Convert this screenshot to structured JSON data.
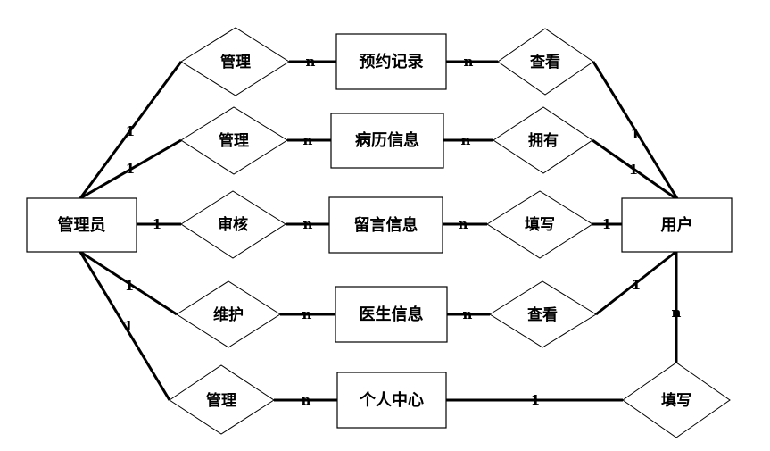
{
  "diagram": {
    "entities": {
      "admin": "管理员",
      "user": "用户",
      "appointment": "预约记录",
      "medical_record": "病历信息",
      "message": "留言信息",
      "doctor": "医生信息",
      "personal_center": "个人中心"
    },
    "relations": {
      "r1_left": "管理",
      "r1_right": "查看",
      "r2_left": "管理",
      "r2_right": "拥有",
      "r3_left": "审核",
      "r3_right": "填写",
      "r4_left": "维护",
      "r4_right": "查看",
      "r5_left": "管理",
      "r5_right": "填写"
    },
    "cardinalities": {
      "c_admin_r1": "1",
      "c_r1l_appt": "n",
      "c_appt_r1r": "n",
      "c_r1r_user": "1",
      "c_admin_r2": "1",
      "c_r2l_med": "n",
      "c_med_r2r": "n",
      "c_r2r_user": "1",
      "c_admin_r3": "1",
      "c_r3l_msg": "n",
      "c_msg_r3r": "n",
      "c_r3r_user": "1",
      "c_admin_r4": "1",
      "c_r4l_doc": "n",
      "c_doc_r4r": "n",
      "c_r4r_user": "1",
      "c_admin_r5": "1",
      "c_r5l_pc": "n",
      "c_pc_r5r": "1",
      "c_user_r5r": "n"
    }
  }
}
